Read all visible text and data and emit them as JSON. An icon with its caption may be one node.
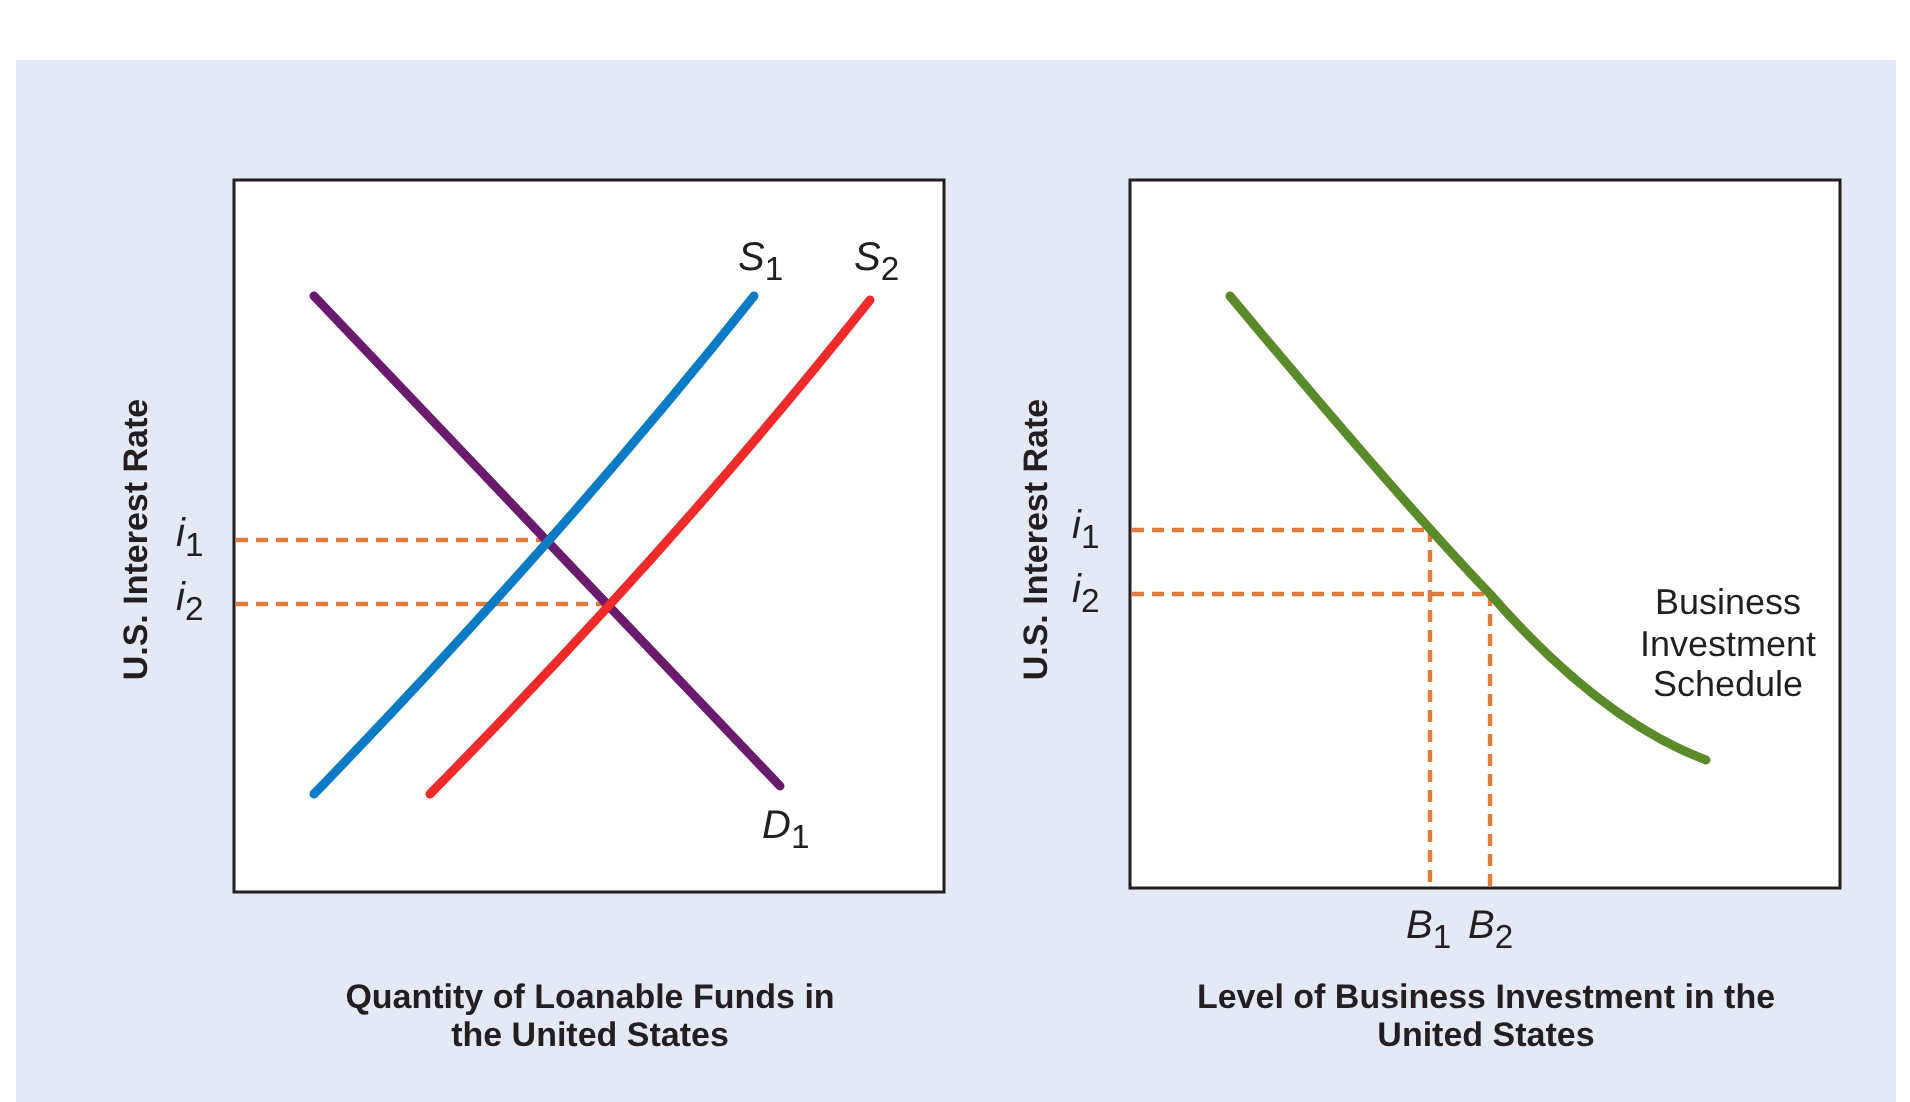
{
  "diagram": {
    "labels": [
      "*S*$_{1}$",
      "*S*$_{2}$",
      "U.S. Interest Rate",
      "*i*$_{1}$",
      "*i*$_{2}$",
      "U.S. Interest Rate",
      "*i*$_{1}$",
      "*i*$_{2}$",
      "Business Investment Schedule",
      "*D*$_{1}$",
      "*B*$_{1}$",
      "*B*$_{2}$",
      "Quantity of Loanable Funds in the United States",
      "Level of Business Investment in the United States"
    ]
  }
}
